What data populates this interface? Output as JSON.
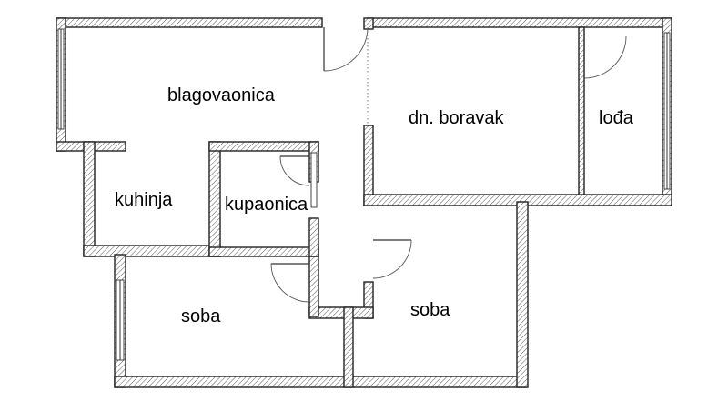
{
  "rooms": {
    "blagovaonica": "blagovaonica",
    "dn_boravak": "dn. boravak",
    "loda": "lođa",
    "kuhinja": "kuhinja",
    "kupaonica": "kupaonica",
    "soba_left": "soba",
    "soba_right": "soba"
  },
  "colors": {
    "wall_line": "#222222",
    "hatch": "#555555",
    "background": "#ffffff"
  }
}
